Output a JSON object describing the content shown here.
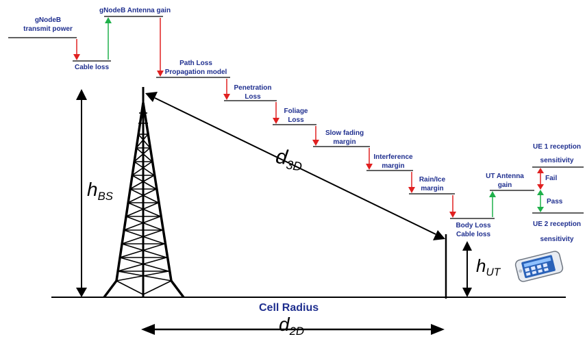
{
  "labels": {
    "gnb_tx_power": [
      "gNodeB",
      "transmit power"
    ],
    "cable_loss": "Cable loss",
    "gnb_antenna_gain": "gNodeB Antenna gain",
    "path_loss": [
      "Path Loss",
      "Propagation model"
    ],
    "penetration_loss": [
      "Penetration",
      "Loss"
    ],
    "foliage_loss": [
      "Foliage",
      "Loss"
    ],
    "slow_fading": [
      "Slow fading",
      "margin"
    ],
    "interference": [
      "Interference",
      "margin"
    ],
    "rain_ice": [
      "Rain/Ice",
      "margin"
    ],
    "body_loss": [
      "Body Loss",
      "Cable loss"
    ],
    "ut_antenna_gain": [
      "UT Antenna",
      "gain"
    ],
    "ue1_sensitivity": [
      "UE 1 reception",
      "sensitivity"
    ],
    "ue2_sensitivity": [
      "UE 2 reception",
      "sensitivity"
    ],
    "fail": "Fail",
    "pass": "Pass",
    "cell_radius": "Cell Radius",
    "h_bs": {
      "main": "h",
      "sub": "BS"
    },
    "h_ut": {
      "main": "h",
      "sub": "UT"
    },
    "d_3d": {
      "main": "d",
      "sub": "3D"
    },
    "d_2d": {
      "main": "d",
      "sub": "2D"
    }
  },
  "colors": {
    "loss_arrow": "#e02020",
    "gain_arrow": "#1fb04a",
    "label_text": "#1f2f8f",
    "line": "#000000"
  },
  "icons": [
    "cell-tower-icon",
    "smartphone-icon"
  ]
}
